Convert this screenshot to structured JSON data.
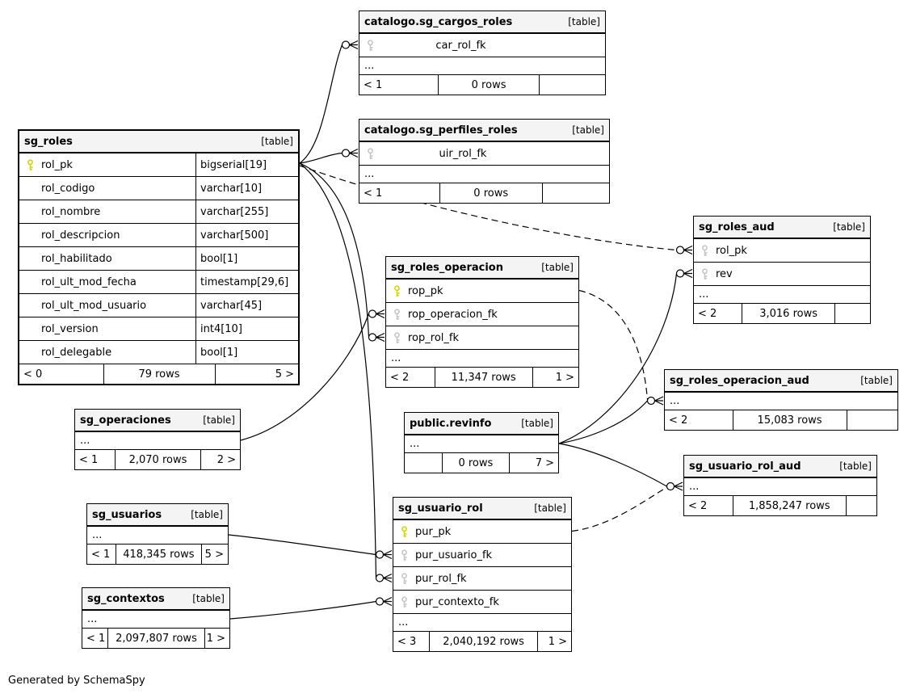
{
  "diagram": {
    "generator_note": "Generated by SchemaSpy",
    "colors": {
      "primary_key_icon": "#d6d600",
      "foreign_key_icon": "#c6c6c6",
      "table_header_bg": "#f4f4f4",
      "line": "#000000"
    }
  },
  "tables": [
    {
      "name": "catalogo.sg_cargos_roles",
      "tag": "[table]",
      "columns": [
        {
          "name": "car_rol_fk",
          "key": "fk"
        }
      ],
      "dots": "...",
      "footer": {
        "left": "< 1",
        "center": "0 rows",
        "right": ""
      }
    },
    {
      "name": "catalogo.sg_perfiles_roles",
      "tag": "[table]",
      "columns": [
        {
          "name": "uir_rol_fk",
          "key": "fk"
        }
      ],
      "dots": "...",
      "footer": {
        "left": "< 1",
        "center": "0 rows",
        "right": ""
      }
    },
    {
      "name": "sg_roles",
      "tag": "[table]",
      "columns": [
        {
          "name": "rol_pk",
          "type": "bigserial[19]",
          "key": "pk"
        },
        {
          "name": "rol_codigo",
          "type": "varchar[10]",
          "key": null
        },
        {
          "name": "rol_nombre",
          "type": "varchar[255]",
          "key": null
        },
        {
          "name": "rol_descripcion",
          "type": "varchar[500]",
          "key": null
        },
        {
          "name": "rol_habilitado",
          "type": "bool[1]",
          "key": null
        },
        {
          "name": "rol_ult_mod_fecha",
          "type": "timestamp[29,6]",
          "key": null
        },
        {
          "name": "rol_ult_mod_usuario",
          "type": "varchar[45]",
          "key": null
        },
        {
          "name": "rol_version",
          "type": "int4[10]",
          "key": null
        },
        {
          "name": "rol_delegable",
          "type": "bool[1]",
          "key": null
        }
      ],
      "footer": {
        "left": "< 0",
        "center": "79 rows",
        "right": "5 >"
      }
    },
    {
      "name": "sg_roles_operacion",
      "tag": "[table]",
      "columns": [
        {
          "name": "rop_pk",
          "key": "pk"
        },
        {
          "name": "rop_operacion_fk",
          "key": "fk"
        },
        {
          "name": "rop_rol_fk",
          "key": "fk"
        }
      ],
      "dots": "...",
      "footer": {
        "left": "< 2",
        "center": "11,347 rows",
        "right": "1 >"
      }
    },
    {
      "name": "sg_roles_aud",
      "tag": "[table]",
      "columns": [
        {
          "name": "rol_pk",
          "key": "fk"
        },
        {
          "name": "rev",
          "key": "fk"
        }
      ],
      "dots": "...",
      "footer": {
        "left": "< 2",
        "center": "3,016 rows",
        "right": ""
      }
    },
    {
      "name": "sg_roles_operacion_aud",
      "tag": "[table]",
      "columns": [],
      "dots": "...",
      "footer": {
        "left": "< 2",
        "center": "15,083 rows",
        "right": ""
      }
    },
    {
      "name": "public.revinfo",
      "tag": "[table]",
      "columns": [],
      "dots": "...",
      "footer": {
        "left": "",
        "center": "0 rows",
        "right": "7 >"
      }
    },
    {
      "name": "sg_operaciones",
      "tag": "[table]",
      "columns": [],
      "dots": "...",
      "footer": {
        "left": "< 1",
        "center": "2,070 rows",
        "right": "2 >"
      }
    },
    {
      "name": "sg_usuarios",
      "tag": "[table]",
      "columns": [],
      "dots": "...",
      "footer": {
        "left": "< 1",
        "center": "418,345 rows",
        "right": "5 >"
      }
    },
    {
      "name": "sg_contextos",
      "tag": "[table]",
      "columns": [],
      "dots": "...",
      "footer": {
        "left": "< 1",
        "center": "2,097,807 rows",
        "right": "1 >"
      }
    },
    {
      "name": "sg_usuario_rol",
      "tag": "[table]",
      "columns": [
        {
          "name": "pur_pk",
          "key": "pk"
        },
        {
          "name": "pur_usuario_fk",
          "key": "fk"
        },
        {
          "name": "pur_rol_fk",
          "key": "fk"
        },
        {
          "name": "pur_contexto_fk",
          "key": "fk"
        }
      ],
      "dots": "...",
      "footer": {
        "left": "< 3",
        "center": "2,040,192 rows",
        "right": "1 >"
      }
    },
    {
      "name": "sg_usuario_rol_aud",
      "tag": "[table]",
      "columns": [],
      "dots": "...",
      "footer": {
        "left": "< 2",
        "center": "1,858,247 rows",
        "right": ""
      }
    }
  ],
  "relationships": [
    {
      "from": "sg_roles.rol_pk",
      "to": "catalogo.sg_cargos_roles.car_rol_fk",
      "style": "solid"
    },
    {
      "from": "sg_roles.rol_pk",
      "to": "catalogo.sg_perfiles_roles.uir_rol_fk",
      "style": "solid"
    },
    {
      "from": "sg_roles.rol_pk",
      "to": "sg_roles_operacion.rop_rol_fk",
      "style": "solid"
    },
    {
      "from": "sg_roles.rol_pk",
      "to": "sg_usuario_rol.pur_rol_fk",
      "style": "solid"
    },
    {
      "from": "sg_roles.rol_pk",
      "to": "sg_roles_aud.rol_pk",
      "style": "dashed"
    },
    {
      "from": "sg_operaciones",
      "to": "sg_roles_operacion.rop_operacion_fk",
      "style": "solid"
    },
    {
      "from": "sg_usuarios",
      "to": "sg_usuario_rol.pur_usuario_fk",
      "style": "solid"
    },
    {
      "from": "sg_contextos",
      "to": "sg_usuario_rol.pur_contexto_fk",
      "style": "solid"
    },
    {
      "from": "public.revinfo",
      "to": "sg_roles_aud.rev",
      "style": "solid"
    },
    {
      "from": "public.revinfo",
      "to": "sg_roles_operacion_aud",
      "style": "solid"
    },
    {
      "from": "public.revinfo",
      "to": "sg_usuario_rol_aud",
      "style": "solid"
    },
    {
      "from": "sg_roles_operacion.rop_pk",
      "to": "sg_roles_operacion_aud",
      "style": "dashed"
    },
    {
      "from": "sg_usuario_rol.pur_pk",
      "to": "sg_usuario_rol_aud",
      "style": "dashed"
    }
  ]
}
